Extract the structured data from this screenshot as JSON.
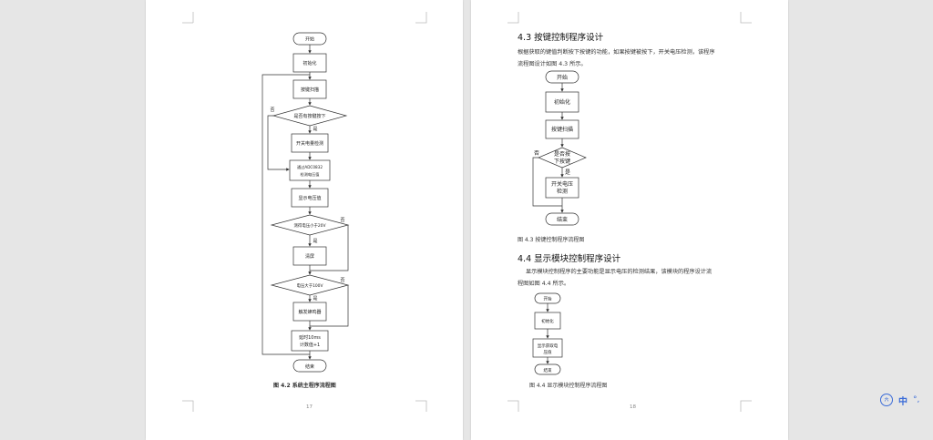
{
  "left_page": {
    "flowchart": {
      "start": "开始",
      "init": "初始化",
      "scan": "按键扫描",
      "decision1": "是否有按键按下",
      "d1_yes": "是",
      "d1_no": "否",
      "switch": "开关电量检测",
      "adc_line1": "通过ADC0832",
      "adc_line2": "检测电压值",
      "display": "显示电压值",
      "decision2": "测得电压小于20V",
      "d2_yes": "是",
      "d2_no": "否",
      "clear": "清屏",
      "decision3": "电压大于100V",
      "d3_yes": "是",
      "d3_no": "否",
      "buzzer": "触发蜂鸣器",
      "delay_line1": "延时10ms",
      "delay_line2": "计数值+1",
      "end": "结束"
    },
    "caption": "图 4.2  系统主程序流程图",
    "page_number": "17"
  },
  "right_page": {
    "heading1": "4.3  按键控制程序设计",
    "para1_line1": "根据获取的键值判断按下按键的功能，如果按键被按下，开关电压检测，该程序",
    "para1_line2": "流程图设计如图 4.3 所示。",
    "flowchart1": {
      "start": "开始",
      "init": "初始化",
      "scan": "按键扫描",
      "decision_line1": "是否按",
      "decision_line2": "下按键",
      "no": "否",
      "yes": "是",
      "switch_line1": "开关电压",
      "switch_line2": "检测",
      "end": "结束"
    },
    "caption1": "图 4.3  按键控制程序流程图",
    "heading2": "4.4  显示模块控制程序设计",
    "para2_line1": "显示模块控制程序的主要功能是显示电压的检测结果，该模块的程序设计流",
    "para2_line2": "程图如图 4.4 所示。",
    "flowchart2": {
      "start": "开始",
      "init": "初始化",
      "display_line1": "显示获取电",
      "display_line2": "压值",
      "end": "结束"
    },
    "caption2": "图 4.4  显示模块控制程序流程图",
    "page_number": "18"
  },
  "ime_toolbar": {
    "badge": "六",
    "lang": "中",
    "dots": "°,"
  }
}
